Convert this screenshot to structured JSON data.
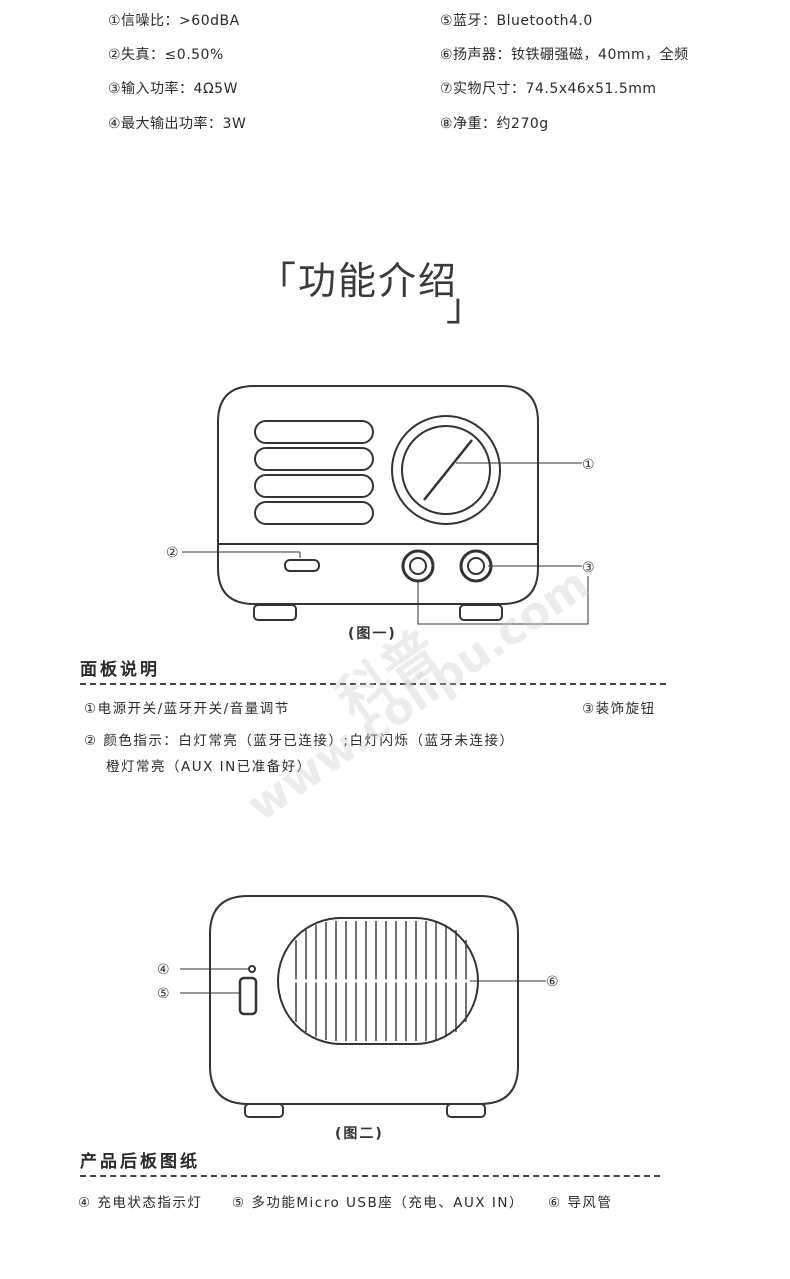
{
  "specs": {
    "left": [
      "①信噪比：>60dBA",
      "②失真：≤0.50%",
      "③输入功率：4Ω5W",
      "④最大输出功率：3W"
    ],
    "right": [
      "⑤蓝牙：Bluetooth4.0",
      "⑥扬声器：钕铁硼强磁，40mm，全频",
      "⑦实物尺寸：74.5x46x51.5mm",
      "⑧净重：约270g"
    ]
  },
  "feature_title": {
    "open_bracket": "「",
    "text": "功能介绍",
    "close_bracket": "」"
  },
  "figure1": {
    "caption": "(图一)",
    "callouts": [
      "①",
      "②",
      "③"
    ]
  },
  "panel": {
    "title": "面板说明",
    "line1": "①电源开关/蓝牙开关/音量调节",
    "line1_right": "③装饰旋钮",
    "line2": "② 颜色指示：白灯常亮（蓝牙已连接）;白灯闪烁（蓝牙未连接）",
    "line3": "橙灯常亮（AUX IN已准备好）"
  },
  "figure2": {
    "caption": "(图二)",
    "callouts": [
      "④",
      "⑤",
      "⑥"
    ]
  },
  "back": {
    "title": "产品后板图纸",
    "item4": "④ 充电状态指示灯",
    "item5": "⑤ 多功能Micro USB座（充电、AUX IN）",
    "item6": "⑥ 导风管"
  },
  "watermark": {
    "line1": "科普",
    "line2": "www.colipu.com"
  }
}
